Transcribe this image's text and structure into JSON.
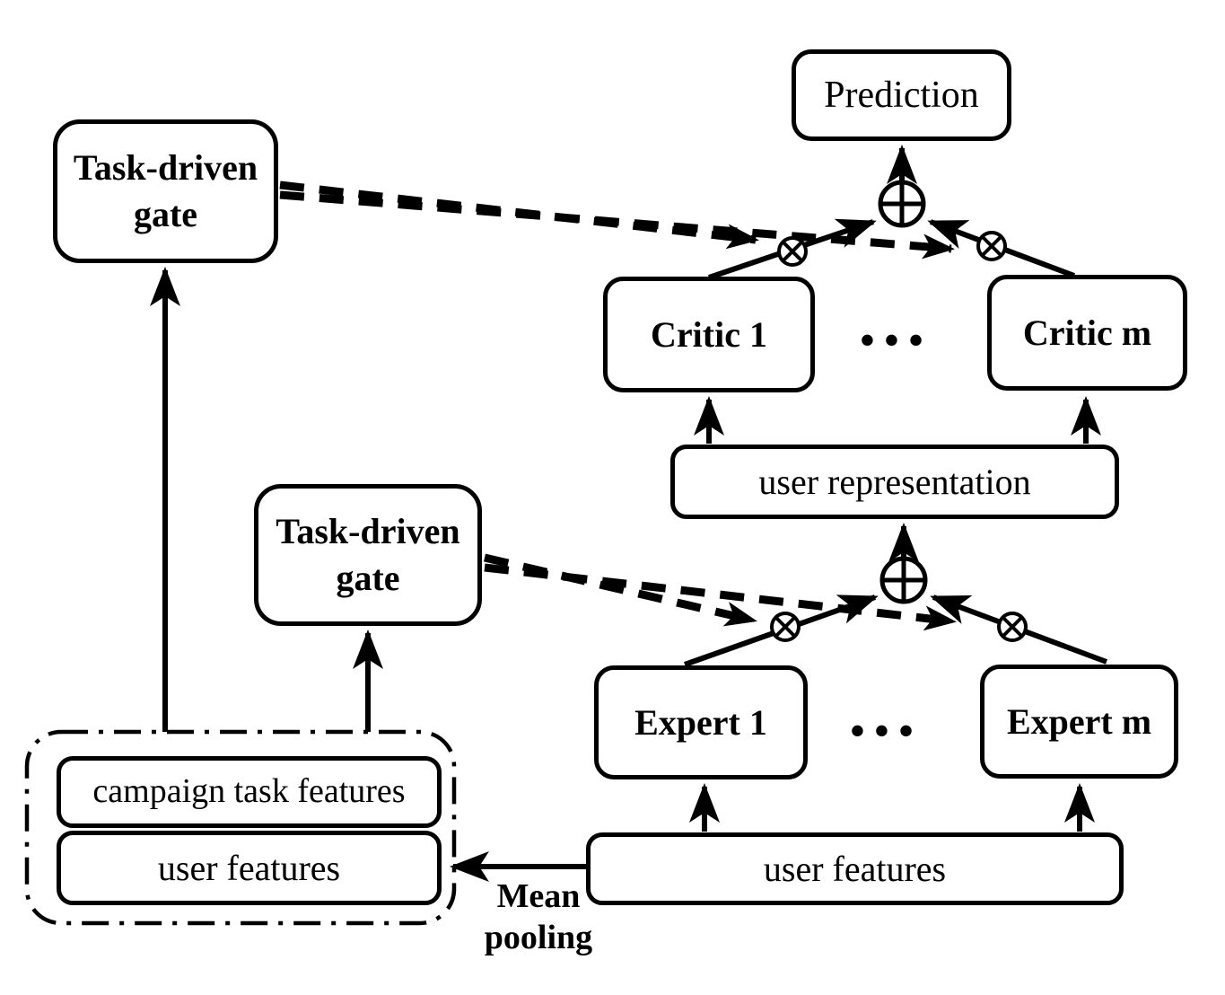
{
  "diagram": {
    "nodes": {
      "prediction": {
        "label": "Prediction"
      },
      "task_gate_top": {
        "line1": "Task-driven",
        "line2": "gate"
      },
      "task_gate_mid": {
        "line1": "Task-driven",
        "line2": "gate"
      },
      "critic_1": {
        "label": "Critic 1"
      },
      "critic_m": {
        "label": "Critic m"
      },
      "critics_ellipsis": "•••",
      "user_representation": {
        "label": "user representation"
      },
      "expert_1": {
        "label": "Expert 1"
      },
      "expert_m": {
        "label": "Expert m"
      },
      "experts_ellipsis": "•••",
      "user_features_input": {
        "label": "user features"
      },
      "campaign_task_features": {
        "label": "campaign task features"
      },
      "user_features_pooled": {
        "label": "user features"
      }
    },
    "labels": {
      "mean_pooling_line1": "Mean",
      "mean_pooling_line2": "pooling"
    },
    "operators": {
      "sum_symbol": "⊕",
      "multiply_symbol": "⊗"
    },
    "colors": {
      "ink": "#000000",
      "background": "#ffffff"
    }
  }
}
